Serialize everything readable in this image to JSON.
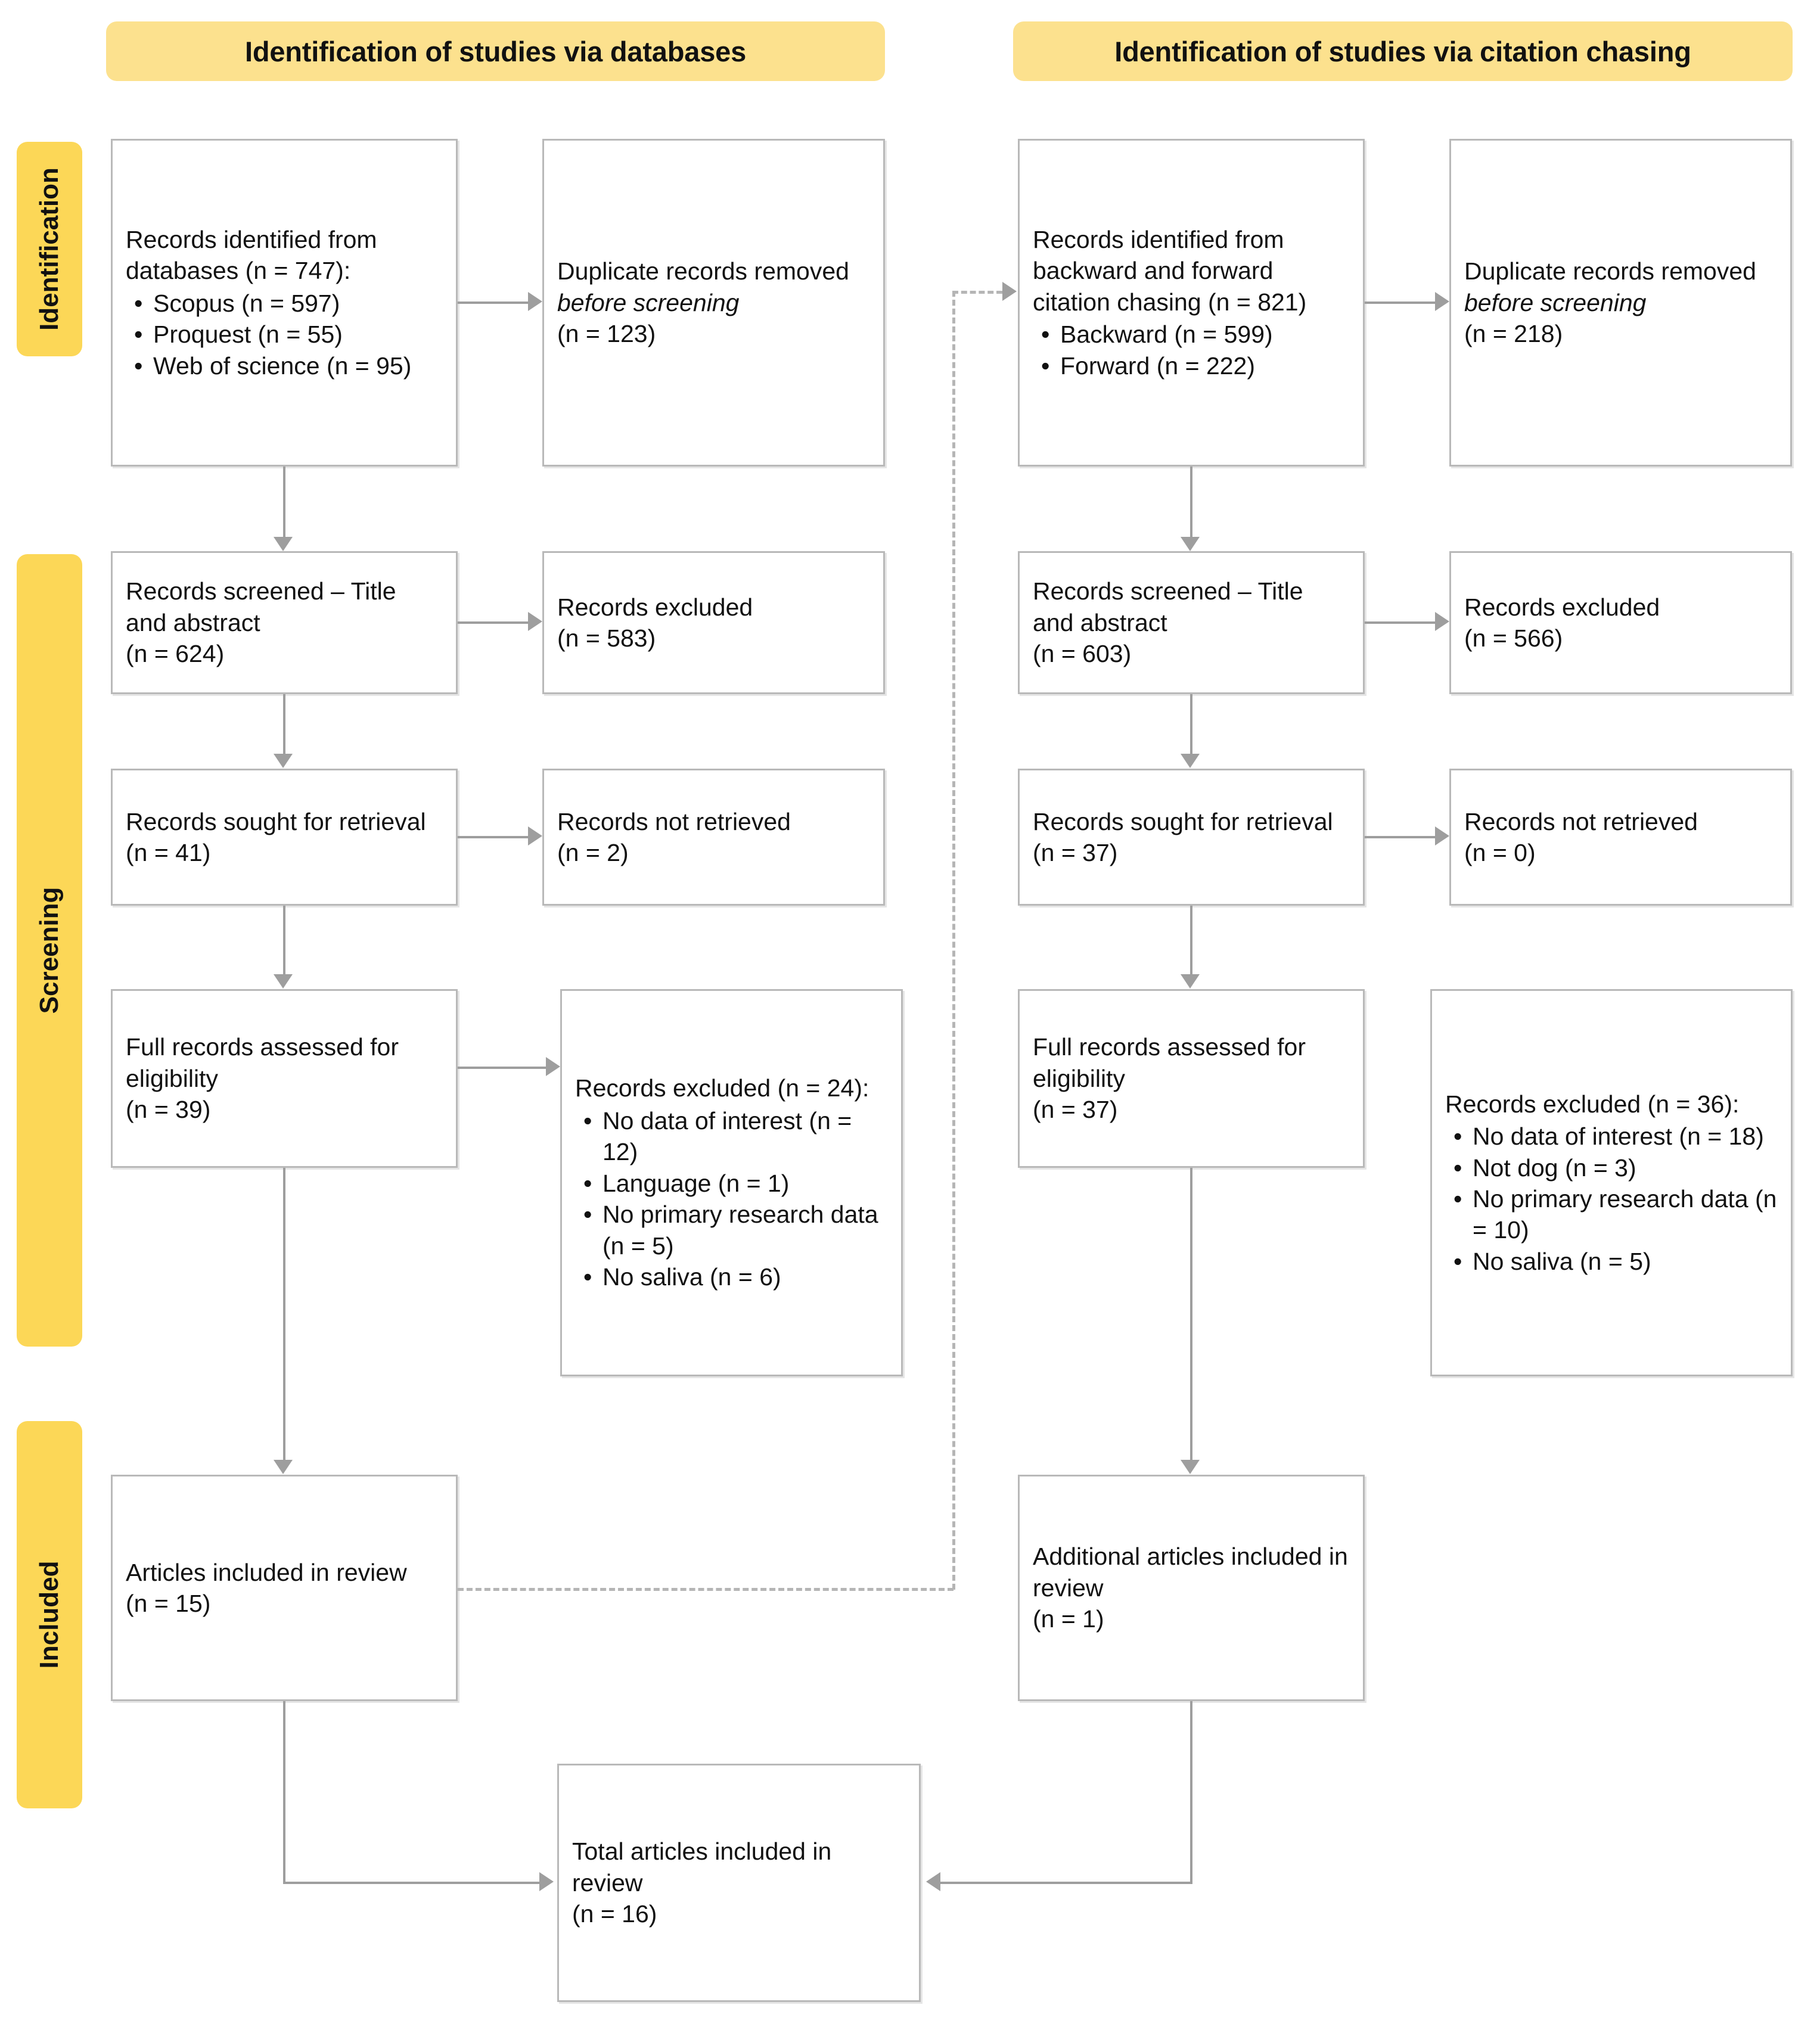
{
  "headers": {
    "databases": "Identification of studies via databases",
    "citation": "Identification of studies via citation chasing"
  },
  "stages": [
    {
      "label": "Identification"
    },
    {
      "label": "Screening"
    },
    {
      "label": "Included"
    }
  ],
  "colors": {
    "banner_yellow": "#FCE18E",
    "stage_yellow": "#FCD757",
    "box_border": "#B9B9B9",
    "connector": "#9E9E9E"
  },
  "databases_column": {
    "identified": {
      "lead": "Records identified from databases (n = 747):",
      "items": [
        "Scopus (n = 597)",
        "Proquest (n = 55)",
        "Web of science (n = 95)"
      ]
    },
    "duplicates": {
      "line1": "Duplicate records removed ",
      "emph": "before screening",
      "line2": "(n = 123)"
    },
    "screened": {
      "line1": "Records screened – Title and abstract",
      "line2": "(n = 624)"
    },
    "excluded_screen": {
      "line1": "Records excluded",
      "line2": "(n = 583)"
    },
    "sought": {
      "line1": "Records sought for retrieval",
      "line2": "(n = 41)"
    },
    "not_retrieved": {
      "line1": "Records not retrieved",
      "line2": "(n = 2)"
    },
    "assessed": {
      "line1": "Full records assessed for eligibility",
      "line2": "(n = 39)"
    },
    "excluded_full": {
      "lead": "Records excluded (n = 24):",
      "items": [
        "No data of interest (n = 12)",
        "Language (n = 1)",
        "No primary research data (n = 5)",
        "No saliva (n = 6)"
      ]
    },
    "included": {
      "line1": "Articles included in review",
      "line2": "(n = 15)"
    }
  },
  "citation_column": {
    "identified": {
      "lead": "Records identified from backward and forward citation chasing (n = 821)",
      "items": [
        "Backward (n = 599)",
        "Forward (n = 222)"
      ]
    },
    "duplicates": {
      "line1": "Duplicate records removed ",
      "emph": "before screening",
      "line2": "(n = 218)"
    },
    "screened": {
      "line1": "Records screened – Title and abstract",
      "line2": " (n = 603)"
    },
    "excluded_screen": {
      "line1": "Records excluded",
      "line2": "(n = 566)"
    },
    "sought": {
      "line1": "Records sought for retrieval",
      "line2": "(n = 37)"
    },
    "not_retrieved": {
      "line1": "Records not retrieved",
      "line2": "(n = 0)"
    },
    "assessed": {
      "line1": "Full records assessed for eligibility",
      "line2": " (n = 37)"
    },
    "excluded_full": {
      "lead": "Records excluded (n = 36):",
      "items": [
        "No data of interest (n = 18)",
        "Not dog (n = 3)",
        "No primary research data (n = 10)",
        "No saliva (n = 5)"
      ]
    },
    "included": {
      "line1": "Additional articles included in review",
      "line2": "(n = 1)"
    }
  },
  "total": {
    "line1": "Total articles included in review",
    "line2": "(n = 16)"
  }
}
